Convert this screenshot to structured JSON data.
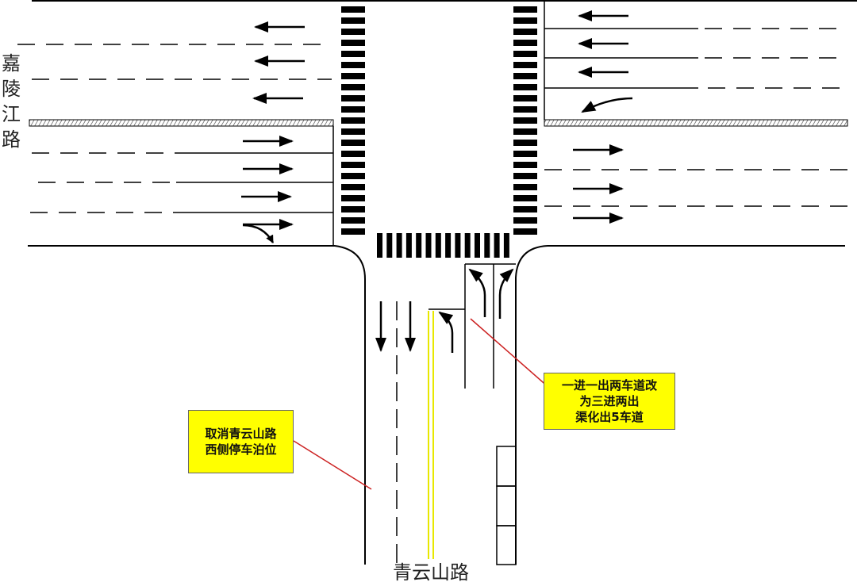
{
  "roads": {
    "horizontal_name": "嘉陵江路",
    "vertical_name": "青云山路"
  },
  "notes": {
    "left": {
      "lines": [
        "取消青云山路",
        "西侧停车泊位"
      ]
    },
    "right": {
      "lines": [
        "一进一出两车道改",
        "为三进两出",
        "渠化出5车道"
      ]
    }
  },
  "colors": {
    "road_line": "#000000",
    "note_bg": "#ffff00",
    "leader_line": "#cc2222",
    "center_line": "#e8e800",
    "median_hatch": "#555555"
  }
}
